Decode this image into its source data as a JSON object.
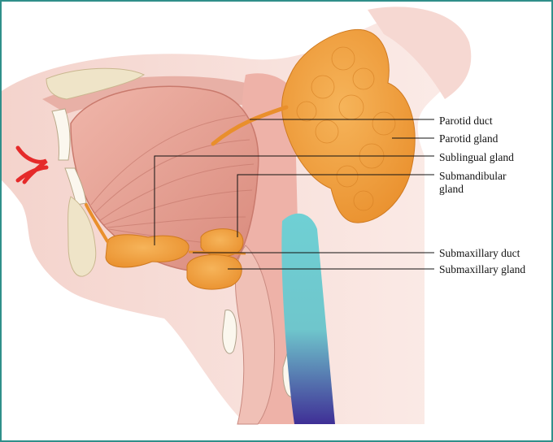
{
  "labels": {
    "parotid_duct": "Parotid duct",
    "parotid_gland": "Parotid gland",
    "sublingual_gland": "Sublingual gland",
    "submandibular_gland_line1": "Submandibular",
    "submandibular_gland_line2": "gland",
    "submaxillary_duct": "Submaxillary duct",
    "submaxillary_gland": "Submaxillary gland"
  },
  "colors": {
    "border": "#2f8f8a",
    "gland": "#f0a040",
    "tissue": "#f2c4bd",
    "muscle": "#e39a8e",
    "bone": "#efe4c8",
    "airway": "#66c8cc",
    "esophagus": "#4a3a9a",
    "vessel": "#e52a2a"
  }
}
